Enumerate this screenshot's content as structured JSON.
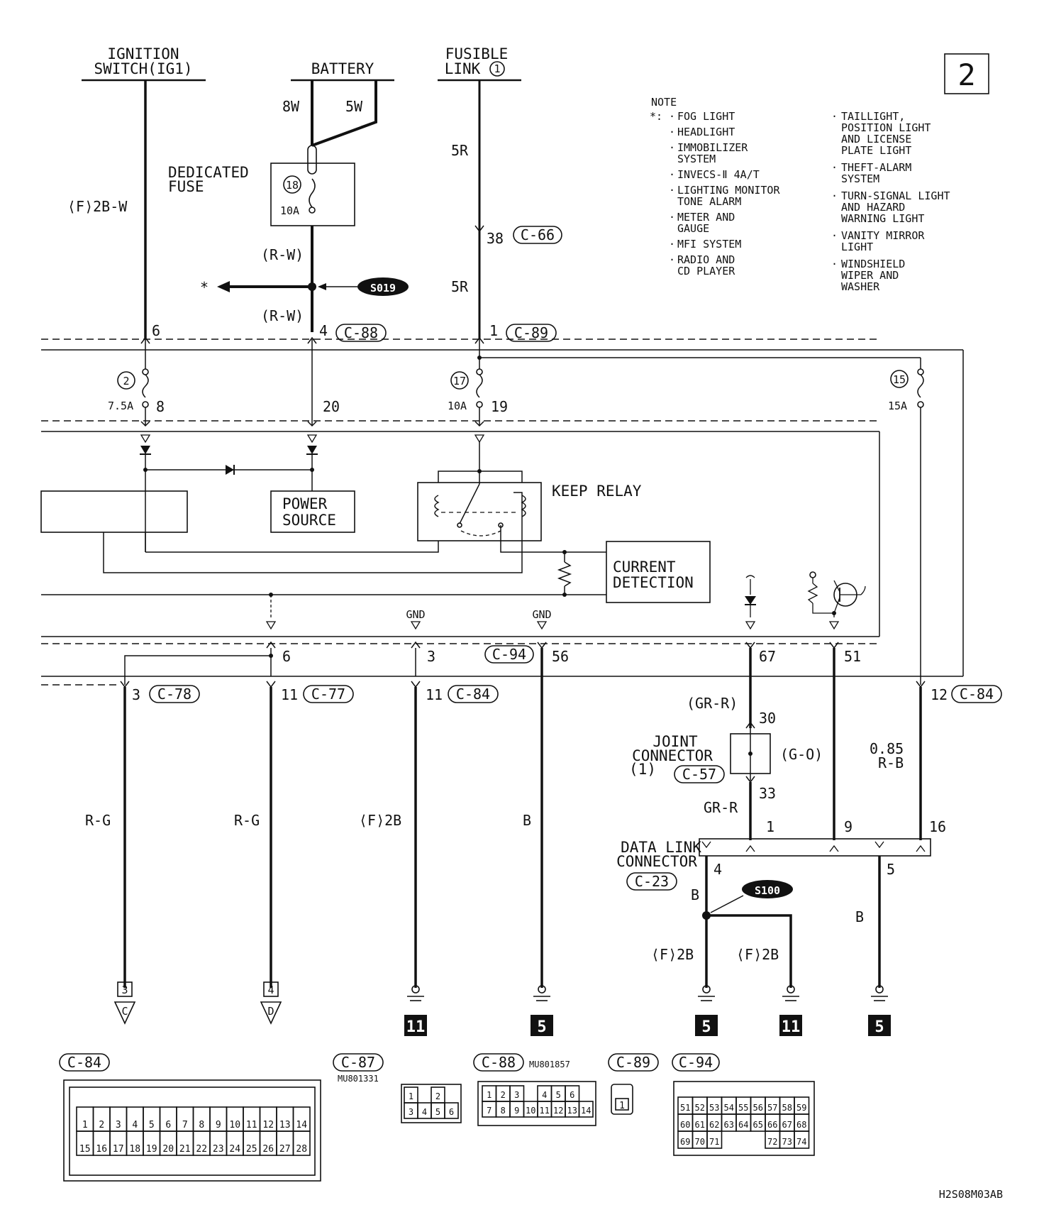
{
  "page_number": "2",
  "doc_code": "H2S08M03AB",
  "top_sources": {
    "ignition": [
      "IGNITION",
      "SWITCH(IG1)"
    ],
    "battery": "BATTERY",
    "fusible": [
      "FUSIBLE",
      "LINK",
      "1"
    ]
  },
  "note": {
    "title": "NOTE",
    "marker": "*:",
    "col1": [
      [
        "FOG LIGHT"
      ],
      [
        "HEADLIGHT"
      ],
      [
        "IMMOBILIZER",
        "SYSTEM"
      ],
      [
        "INVECS-Ⅱ 4A/T"
      ],
      [
        "LIGHTING MONITOR",
        "TONE ALARM"
      ],
      [
        "METER AND",
        "GAUGE"
      ],
      [
        "MFI SYSTEM"
      ],
      [
        "RADIO AND",
        "CD PLAYER"
      ]
    ],
    "col2": [
      [
        "TAILLIGHT,",
        "POSITION LIGHT",
        "AND LICENSE",
        "PLATE LIGHT"
      ],
      [
        "THEFT-ALARM",
        "SYSTEM"
      ],
      [
        "TURN-SIGNAL LIGHT",
        "AND HAZARD",
        "WARNING LIGHT"
      ],
      [
        "VANITY MIRROR",
        "LIGHT"
      ],
      [
        "WINDSHIELD",
        "WIPER AND",
        "WASHER"
      ]
    ]
  },
  "labels": {
    "dedicated_fuse": [
      "DEDICATED",
      "FUSE"
    ],
    "wire_8w": "8W",
    "wire_5w": "5W",
    "wire_5r": "5R",
    "wire_f2bw": "⟨F⟩2B-W",
    "wire_rw": "(R-W)",
    "fuse_18": "18",
    "fuse_18_amp": "10A",
    "fuse_2": "2",
    "fuse_2_amp": "7.5A",
    "fuse_17": "17",
    "fuse_17_amp": "10A",
    "fuse_15": "15",
    "fuse_15_amp": "15A",
    "s019": "S019",
    "s100": "S100",
    "star": "*",
    "keep_relay": "KEEP RELAY",
    "power_source": [
      "POWER",
      "SOURCE"
    ],
    "current_detection": [
      "CURRENT",
      "DETECTION"
    ],
    "gnd": "GND",
    "joint_connector": [
      "JOINT",
      "CONNECTOR",
      "(1)"
    ],
    "jc_color": "(G-O)",
    "wire_grr": "(GR-R)",
    "wire_grr2": "GR-R",
    "wire_085rb": [
      "0.85",
      "R-B"
    ],
    "data_link": [
      "DATA LINK",
      "CONNECTOR"
    ],
    "wire_rg": "R-G",
    "wire_f2b": "⟨F⟩2B",
    "wire_b": "B",
    "term_3": "3",
    "term_4": "4",
    "arrow_c": "C",
    "arrow_d": "D",
    "gnd_5": "5",
    "gnd_11": "11"
  },
  "connectors": {
    "c66": "C-66",
    "c88": "C-88",
    "c89": "C-89",
    "c78": "C-78",
    "c77": "C-77",
    "c84": "C-84",
    "c94": "C-94",
    "c57": "C-57",
    "c23": "C-23",
    "c87": "C-87"
  },
  "pins": {
    "p6_top": "6",
    "p4": "4",
    "p1_top": "1",
    "p38": "38",
    "p8": "8",
    "p20": "20",
    "p19": "19",
    "p6_b": "6",
    "p3_b": "3",
    "p56": "56",
    "p67": "67",
    "p51": "51",
    "p3_c78": "3",
    "p11_c77": "11",
    "p11_c84": "11",
    "p12_c84": "12",
    "p30": "30",
    "p33": "33",
    "p1_dlc": "1",
    "p9_dlc": "9",
    "p16_dlc": "16",
    "p4_dlc": "4",
    "p5_dlc": "5"
  },
  "connector_views": {
    "c84": {
      "label": "C-84",
      "row1": [
        "1",
        "2",
        "3",
        "4",
        "5",
        "6",
        "7",
        "8",
        "9",
        "10",
        "11",
        "12",
        "13",
        "14"
      ],
      "row2": [
        "15",
        "16",
        "17",
        "18",
        "19",
        "20",
        "21",
        "22",
        "23",
        "24",
        "25",
        "26",
        "27",
        "28"
      ]
    },
    "c87": {
      "label": "C-87",
      "part": "MU801331",
      "row1": [
        "1",
        "",
        "2"
      ],
      "row2": [
        "3",
        "4",
        "5",
        "6"
      ]
    },
    "c88": {
      "label": "C-88",
      "part": "MU801857",
      "row1": [
        "1",
        "2",
        "3",
        "",
        "4",
        "5",
        "6"
      ],
      "row2": [
        "7",
        "8",
        "9",
        "10",
        "11",
        "12",
        "13",
        "14"
      ]
    },
    "c89": {
      "label": "C-89",
      "pin": "1"
    },
    "c94": {
      "label": "C-94",
      "row1": [
        "51",
        "52",
        "53",
        "54",
        "55",
        "56",
        "57",
        "58",
        "59"
      ],
      "row2": [
        "60",
        "61",
        "62",
        "63",
        "64",
        "65",
        "66",
        "67",
        "68"
      ],
      "row3": [
        "69",
        "70",
        "71",
        "",
        "",
        "",
        "72",
        "73",
        "74"
      ]
    }
  }
}
